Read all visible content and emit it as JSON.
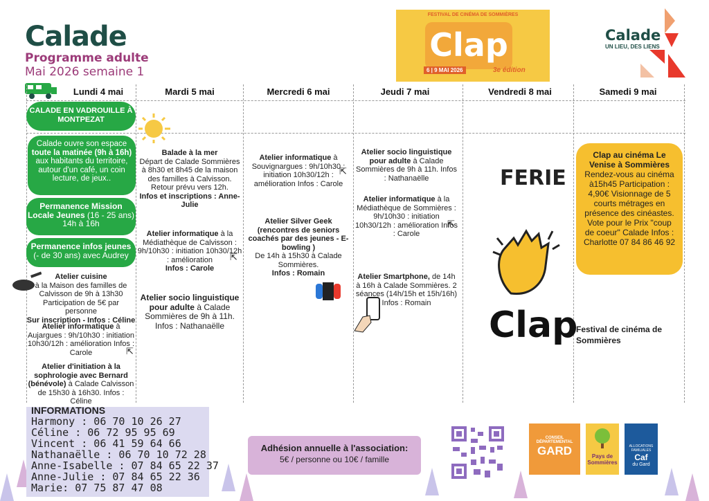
{
  "header": {
    "brand": "Calade",
    "subtitle": "Programme adulte",
    "week": "Mai 2026 semaine 1",
    "clap_banner": {
      "festival": "FESTIVAL DE CINÉMA DE SOMMIÈRES",
      "title": "Clap",
      "dates": "6 | 9 MAI 2026",
      "edition": "3e édition"
    },
    "logo_name": "Calade",
    "logo_tagline": "UN LIEU, DES LIENS"
  },
  "days": [
    "Lundi 4 mai",
    "Mardi 5 mai",
    "Mercredi 6 mai",
    "Jeudi 7 mai",
    "Vendredi 8 mai",
    "Samedi 9 mai"
  ],
  "lundi": {
    "vadrouille": "CALADE EN VADROUILLE À MONTPEZAT",
    "matinee_a": "Calade ouvre son espace",
    "matinee_b": "toute la matinée (9h à 16h)",
    "matinee_c": "aux habitants du territoire, autour d'un café, un coin lecture, de jeux..",
    "mission_a": "Permanence Mission Locale Jeunes",
    "mission_b": "(16 - 25  ans)",
    "mission_c": "14h à 16h",
    "infos_a": "Permanence infos jeunes",
    "infos_b": "(- de 30 ans) avec Audrey",
    "cuisine_t": "Atelier cuisine",
    "cuisine_b": "à la Maison des familles de Calvisson de 9h à 13h30 Participation de 5€ par personne",
    "cuisine_c": "Sur inscription - Infos : Céline",
    "info_t": "Atelier informatique",
    "info_b": "à Aujargues : 9h/10h30 : initiation 10h30/12h : amélioration Infos : Carole",
    "sophro_t": "Atelier d'initiation à la sophrologie avec Bernard (bénévole)",
    "sophro_b": "à Calade Calvisson de 15h30 à 16h30. Infos : Céline"
  },
  "mardi": {
    "balade_t": "Balade à la mer",
    "balade_b": "Départ de Calade Sommières à 8h30 et 8h45 de la maison des familles à Calvisson. Retour prévu vers 12h.",
    "balade_c": "Infos et inscriptions : Anne-Julie",
    "info_t": "Atelier informatique",
    "info_b": "à la Médiathèque de Calvisson : 9h/10h30 : initiation 10h30/12h : amélioration",
    "info_c": "Infos : Carole",
    "socio_t": "Atelier socio linguistique pour adulte",
    "socio_b": "à Calade Sommières de 9h à 11h. Infos : Nathanaëlle"
  },
  "mercredi": {
    "info_t": "Atelier informatique",
    "info_b": "à Souvignargues : 9h/10h30 : initiation 10h30/12h : amélioration Infos : Carole",
    "geek_t": "Atelier Silver Geek (rencontres de seniors coachés par des jeunes - E-bowling )",
    "geek_b": "De 14h à 15h30 à Calade Sommières.",
    "geek_c": "Infos : Romain"
  },
  "jeudi": {
    "socio_t": "Atelier socio linguistique pour adulte",
    "socio_b": "à Calade Sommières de 9h à 11h. Infos : Nathanaëlle",
    "info_t": "Atelier informatique",
    "info_b": "à la Médiathèque de Sommières : 9h/10h30 : initiation 10h30/12h : amélioration Infos : Carole",
    "phone_t": "Atelier Smartphone,",
    "phone_b": "de 14h à 16h à Calade Sommières. 2 séances (14h/15h et 15h/16h) Infos : Romain"
  },
  "vendredi": {
    "ferie": "FERIE",
    "clap": "Clap",
    "clap_sub": "Festival de cinéma de Sommières"
  },
  "samedi": {
    "title": "Clap au cinéma Le Venise à Sommières",
    "body": "Rendez-vous au cinéma à15h45 Participation : 4,90€ Visionnage de 5 courts métrages en présence des cinéastes. Vote pour le Prix \"coup de coeur\" Calade Infos : Charlotte 07 84 86 46 92"
  },
  "informations": {
    "title": "INFORMATIONS",
    "contacts": [
      "Harmony : 06 70 10 26 27",
      "Céline : 06 72 95 95 69",
      "Vincent : 06 41 59 64 66",
      "Nathanaëlle : 06 70 10 72 28",
      "Anne-Isabelle : 07 84 65 22 37",
      "Anne-Julie : 07 84 65 22 36",
      "Marie: 07 75 87 47 08"
    ]
  },
  "adhesion": {
    "title": "Adhésion annuelle à l'association:",
    "price": "5€ / personne ou 10€ / famille"
  },
  "partners": {
    "gard_a": "CONSEIL DÉPARTEMENTAL",
    "gard_b": "GARD",
    "pays_a": "Pays de",
    "pays_b": "Sommières",
    "caf_a": "ALLOCATIONS FAMILIALES",
    "caf_b": "Caf",
    "caf_c": "du Gard"
  },
  "colors": {
    "green": "#27a845",
    "brand": "#1f4e46",
    "purple": "#9c3b79",
    "yellow": "#f6bf2f"
  }
}
